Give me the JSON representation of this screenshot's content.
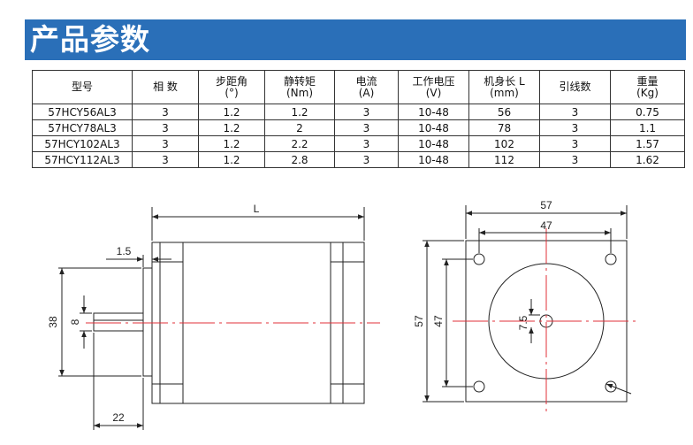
{
  "page_title": "产品参数",
  "table": {
    "headers": [
      [
        "型号"
      ],
      [
        "相 数"
      ],
      [
        "步距角",
        "(°)"
      ],
      [
        "静转矩",
        "(Nm)"
      ],
      [
        "电流",
        "(A)"
      ],
      [
        "工作电压",
        "(V)"
      ],
      [
        "机身长 L",
        "(mm)"
      ],
      [
        "引线数"
      ],
      [
        "重量",
        "(Kg)"
      ]
    ],
    "rows": [
      [
        "57HCY56AL3",
        "3",
        "1.2",
        "1.2",
        "3",
        "10-48",
        "56",
        "3",
        "0.75"
      ],
      [
        "57HCY78AL3",
        "3",
        "1.2",
        "2",
        "3",
        "10-48",
        "78",
        "3",
        "1.1"
      ],
      [
        "57HCY102AL3",
        "3",
        "1.2",
        "2.2",
        "3",
        "10-48",
        "102",
        "3",
        "1.57"
      ],
      [
        "57HCY112AL3",
        "3",
        "1.2",
        "2.8",
        "3",
        "10-48",
        "112",
        "3",
        "1.62"
      ]
    ]
  },
  "drawing": {
    "side_view": {
      "length_label": "L",
      "flange_thickness": "1.5",
      "boss_diameter": "38",
      "shaft_diameter": "8",
      "shaft_length": "22"
    },
    "front_view": {
      "width": "57",
      "hole_spacing_horizontal": "47",
      "height": "57",
      "hole_spacing_vertical": "47",
      "shaft_flat": "7.5"
    },
    "colors": {
      "banner": "#2a6fb8",
      "centerline": "#e0303a",
      "line": "#222222"
    }
  }
}
